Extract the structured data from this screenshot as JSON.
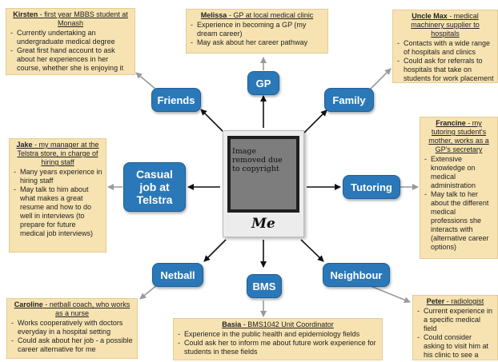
{
  "centre": {
    "photo_text": "Image removed due to copyright",
    "caption": "Me"
  },
  "nodes": {
    "gp": "GP",
    "friends": "Friends",
    "family": "Family",
    "casual": "Casual job at Telstra",
    "tutoring": "Tutoring",
    "netball": "Netball",
    "bms": "BMS",
    "neighbour": "Neighbour"
  },
  "notes": {
    "kirsten": {
      "name": "Kirsten",
      "role": "first year MBBS student at Monash",
      "bullets": [
        "Currently undertaking an undergraduate medical degree",
        "Great first hand account to ask about her experiences in her course, whether she is enjoying it"
      ]
    },
    "melissa": {
      "name": "Melissa",
      "role": "GP at local medical clinic",
      "bullets": [
        "Experience in becoming a GP (my dream career)",
        "May ask about her career pathway"
      ]
    },
    "max": {
      "name": "Uncle Max",
      "role": "medical machinery supplier to hospitals",
      "bullets": [
        "Contacts with a wide range of hospitals and clinics",
        "Could ask for referrals to hospitals that take on students for work placement"
      ]
    },
    "jake": {
      "name": "Jake",
      "role": "my manager at the Telstra store, in charge of hiring staff",
      "bullets": [
        "Many years experience in hiring staff",
        "May talk to him about what makes a great resume and how to do well in interviews (to prepare for future medical job interviews)"
      ]
    },
    "francine": {
      "name": "Francine",
      "role": "my tutoring student's mother, works as a GP's secretary",
      "bullets": [
        "Extensive knowledge on medical administration",
        "May talk to her about the different medical professions she interacts with (alternative career options)"
      ]
    },
    "caroline": {
      "name": "Caroline",
      "role": "netball coach, who works as a nurse",
      "bullets": [
        "Works cooperatively with doctors everyday in a hospital setting",
        "Could ask about her job - a possible career alternative for me"
      ]
    },
    "basia": {
      "name": "Basia",
      "role": "BMS1042 Unit Coordinator",
      "bullets": [
        "Experience in the public health and epidemiology fields",
        "Could ask her to inform me about future work experience for students in these fields"
      ]
    },
    "peter": {
      "name": "Peter",
      "role": "radiologist",
      "bullets": [
        "Current experience in a specific medical field",
        "Could consider asking to visit him at his clinic to see a medical professional in action"
      ]
    }
  }
}
